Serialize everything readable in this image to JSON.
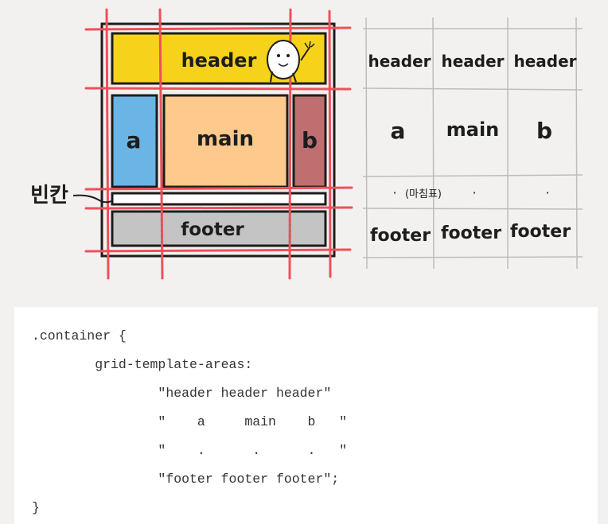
{
  "diagram": {
    "areas": {
      "header": "header",
      "a": "a",
      "main": "main",
      "b": "b",
      "footer": "footer"
    },
    "empty_label": "빈칸",
    "table": {
      "rows": [
        [
          "header",
          "header",
          "header"
        ],
        [
          "a",
          "main",
          "b"
        ],
        [
          "·",
          "·",
          "·"
        ],
        [
          "footer",
          "footer",
          "footer"
        ]
      ],
      "dot_note": "(마침표)"
    },
    "colors": {
      "header": "#f7d21b",
      "a": "#6bb5e6",
      "main": "#fdc98c",
      "b": "#bf6f6f",
      "footer": "#c4c4c4",
      "grid_lines": "#f0505a",
      "background": "#f3f1ef"
    }
  },
  "code": {
    "lines": [
      ".container {",
      "        grid-template-areas:",
      "                \"header header header\"",
      "                \"    a     main    b   \"",
      "                \"    .      .      .   \"",
      "                \"footer footer footer\";",
      "}"
    ]
  }
}
